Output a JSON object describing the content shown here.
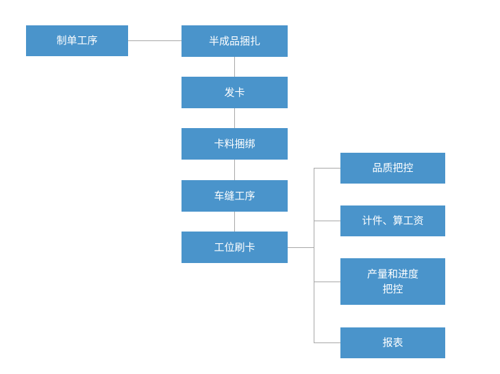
{
  "diagram": {
    "type": "flowchart",
    "nodes": [
      {
        "id": "order-creation",
        "label": "制单工序"
      },
      {
        "id": "semi-finished-bundling",
        "label": "半成品捆扎"
      },
      {
        "id": "issue-card",
        "label": "发卡"
      },
      {
        "id": "material-binding",
        "label": "卡料捆绑"
      },
      {
        "id": "sewing-process",
        "label": "车缝工序"
      },
      {
        "id": "station-card-swipe",
        "label": "工位刷卡"
      },
      {
        "id": "quality-control",
        "label": "品质把控"
      },
      {
        "id": "piece-count-wage",
        "label": "计件、算工资"
      },
      {
        "id": "output-progress-control",
        "label": "产量和进度\n把控"
      },
      {
        "id": "report",
        "label": "报表"
      }
    ],
    "edges": [
      "制单工序 — 半成品捆扎",
      "半成品捆扎 — 发卡",
      "发卡 — 卡料捆绑",
      "卡料捆绑 — 车缝工序",
      "车缝工序 — 工位刷卡",
      "工位刷卡 — 品质把控",
      "工位刷卡 — 计件、算工资",
      "工位刷卡 — 产量和进度把控",
      "工位刷卡 — 报表"
    ]
  },
  "colors": {
    "node_fill": "#4a94cb",
    "node_text": "#ffffff",
    "connector": "#a6a6a6",
    "background": "#ffffff"
  }
}
